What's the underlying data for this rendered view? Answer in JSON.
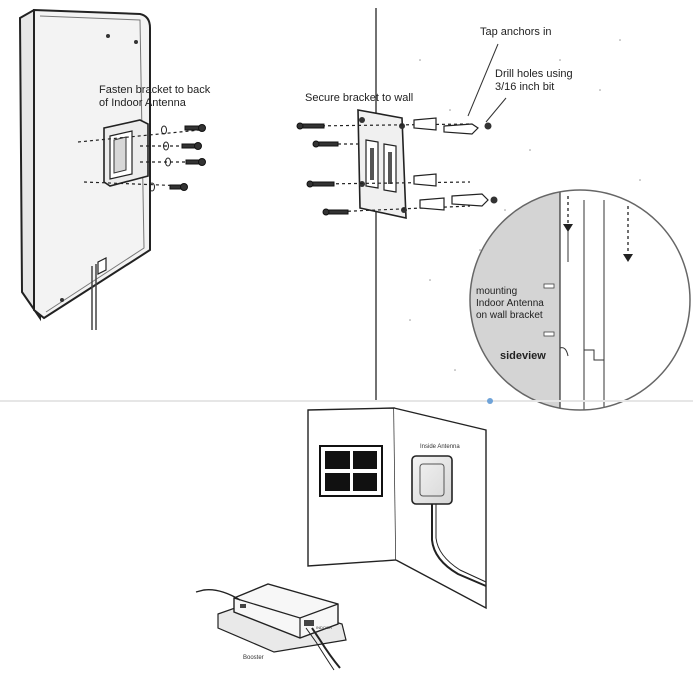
{
  "panel_left": {
    "label_line1": "Fasten bracket to back",
    "label_line2": "of Indoor Antenna"
  },
  "panel_right": {
    "label_secure": "Secure bracket to  wall",
    "label_tap": "Tap anchors in",
    "label_drill_line1": "Drill holes using",
    "label_drill_line2": "3/16 inch bit",
    "inset": {
      "label_line1": "mounting",
      "label_line2": "Indoor Antenna",
      "label_line3": "on wall bracket",
      "label_view": "sideview"
    }
  },
  "panel_bottom": {
    "label_inside_antenna": "Inside Antenna",
    "label_booster": "Booster",
    "label_booster_port": "INDOOR"
  }
}
